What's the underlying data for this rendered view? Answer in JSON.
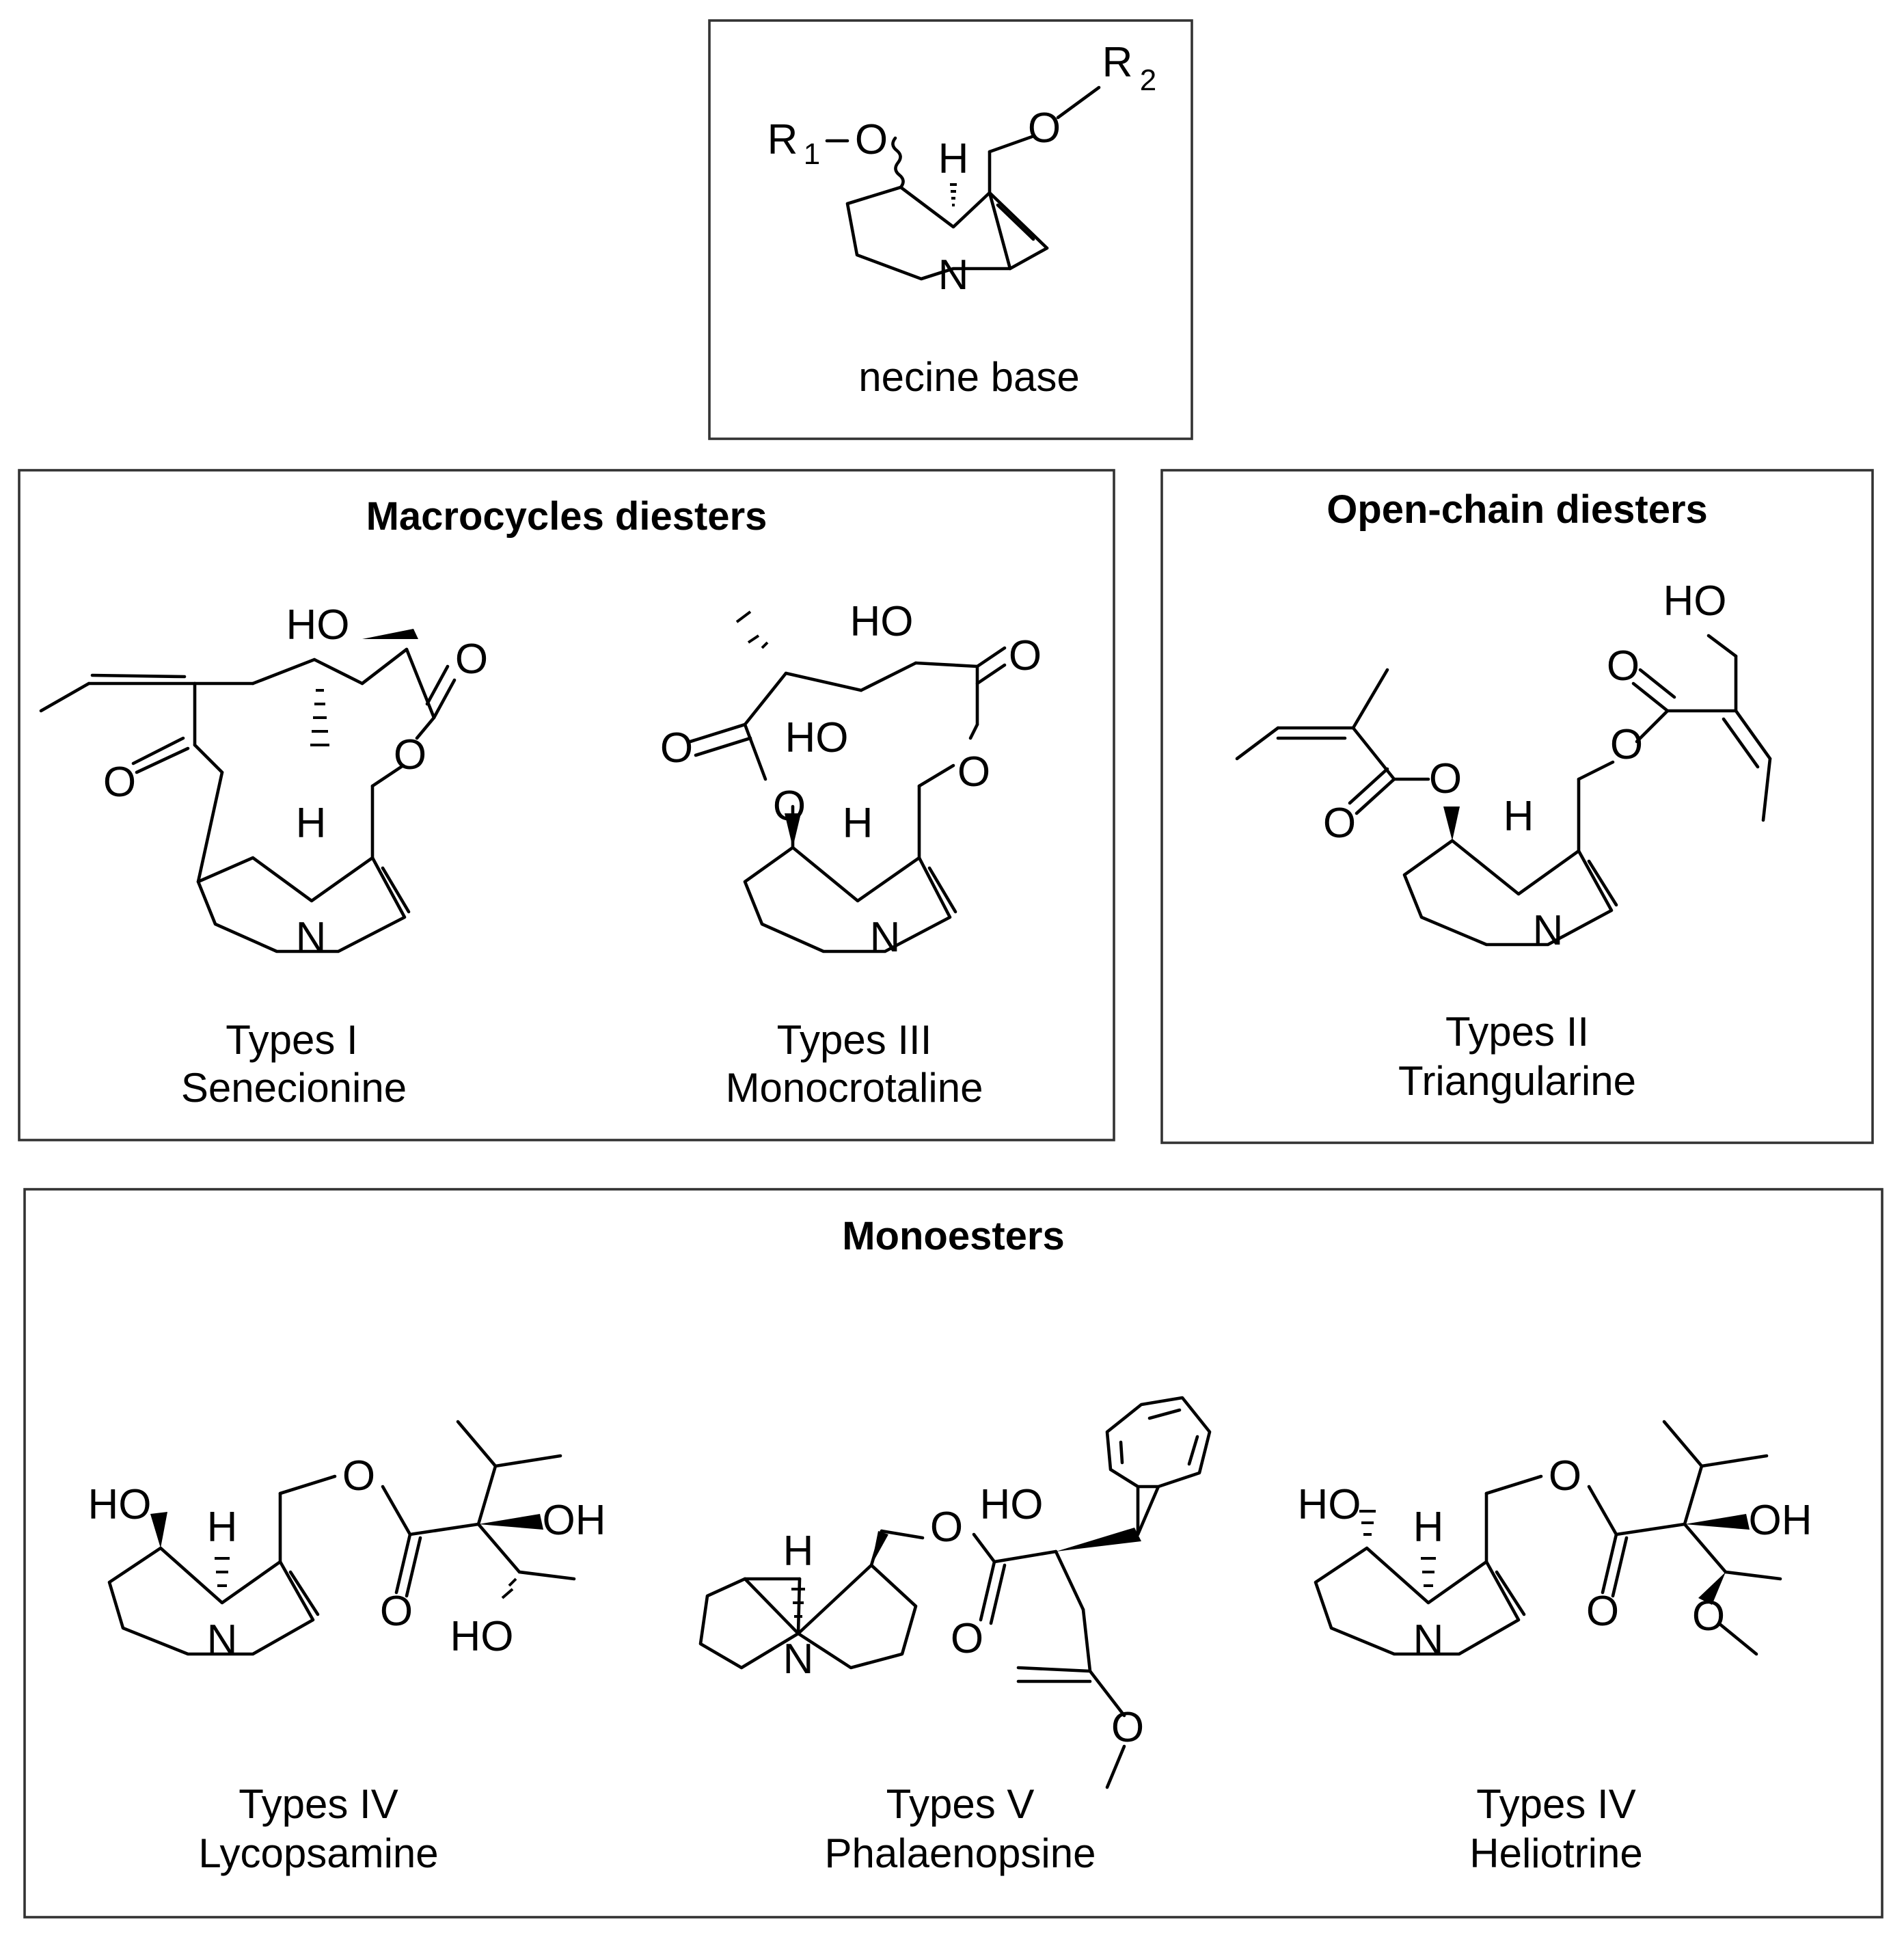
{
  "panels": {
    "necine": {
      "caption": "necine base"
    },
    "macrocycles": {
      "title": "Macrocycles diesters"
    },
    "open_chain": {
      "title": "Open-chain diesters"
    },
    "monoesters": {
      "title": "Monoesters"
    }
  },
  "compounds": {
    "senecionine": {
      "type": "Types I",
      "name": "Senecionine"
    },
    "monocrotaline": {
      "type": "Types III",
      "name": "Monocrotaline"
    },
    "triangularine": {
      "type": "Types II",
      "name": "Triangularine"
    },
    "lycopsamine": {
      "type": "Types IV",
      "name": "Lycopsamine"
    },
    "phalaenopsine": {
      "type": "Types V",
      "name": "Phalaenopsine"
    },
    "heliotrine": {
      "type": "Types IV",
      "name": "Heliotrine"
    }
  },
  "labels": {
    "N": "N",
    "O": "O",
    "H": "H",
    "HO": "HO",
    "OH": "OH",
    "R": "R",
    "sub1": "1",
    "sub2": "2",
    "dash": "–"
  }
}
